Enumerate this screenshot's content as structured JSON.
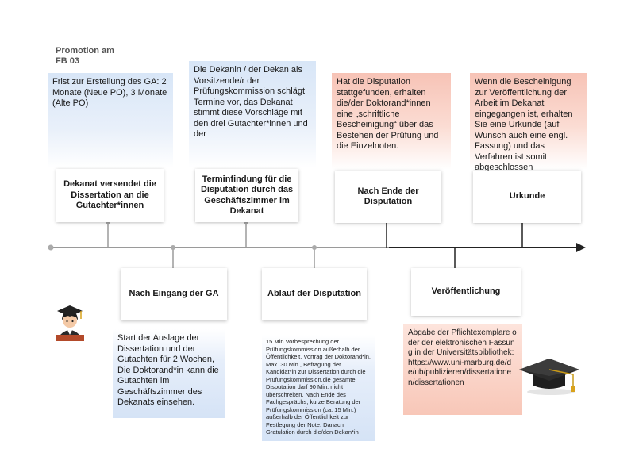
{
  "title": "Promotion am\nFB 03",
  "top_steps": [
    {
      "heading": "Dekanat versendet die Dissertation an die Gutachter*innen",
      "text": "Frist zur Erstellung des GA: 2 Monate (Neue PO), 3 Monate  (Alte PO)"
    },
    {
      "heading": "Terminfindung für die Disputation durch das Geschäftszimmer im Dekanat",
      "text": "Die Dekanin / der Dekan als Vorsitzende/r der Prüfungskommission schlägt Termine vor, das Dekanat stimmt diese Vorschläge mit den drei Gutachter*innen und der"
    },
    {
      "heading": "Nach Ende der Disputation",
      "text": "Hat die Disputation stattgefunden, erhalten die/der Doktorand*innen eine „schriftliche Bescheinigung“ über das Bestehen der Prüfung und die Einzelnoten."
    },
    {
      "heading": "Urkunde",
      "text": "Wenn die Bescheinigung zur Veröffentlichung der Arbeit im Dekanat eingegangen ist, erhalten Sie eine Urkunde (auf Wunsch auch eine engl. Fassung) und das Verfahren ist somit abgeschlossen"
    }
  ],
  "bottom_steps": [
    {
      "heading": "Nach Eingang der GA",
      "text": "Start der Auslage der Dissertation und der Gutachten für 2 Wochen, Die Doktorand*in kann die Gutachten im Geschäftszimmer des Dekanats einsehen."
    },
    {
      "heading": "Ablauf der Disputation",
      "text": "15 Min Vorbesprechung der Prüfungskommission außerhalb der Öffentlichkeit, Vortrag der Doktorand*in, Max. 30 Min., Befragung der Kandidat*in zur Dissertation durch die Prüfungskommission,die gesamte Disputation darf 90 Min. nicht überschreiten. Nach Ende des Fachgesprächs, kurze Beratung der Prüfungskommission (ca. 15 Min.) außerhalb der Öffentlichkeit zur Festlegung der Note. Danach Gratulation durch die/den Dekan*in"
    },
    {
      "heading": "Veröffentlichung",
      "text": "Abgabe der Pflichtexemplare oder der elektronischen Fassung in der Universitätsbibliothek: https://www.uni-marburg.de/de/ub/publizieren/dissertationen/dissertationen"
    }
  ],
  "colors": {
    "blue": "#d8e6f7",
    "pink": "#f7c3b6",
    "timeline": "#999999",
    "arrow": "#222222"
  },
  "icons": [
    "graduate-avatar-icon",
    "graduation-cap-icon"
  ]
}
